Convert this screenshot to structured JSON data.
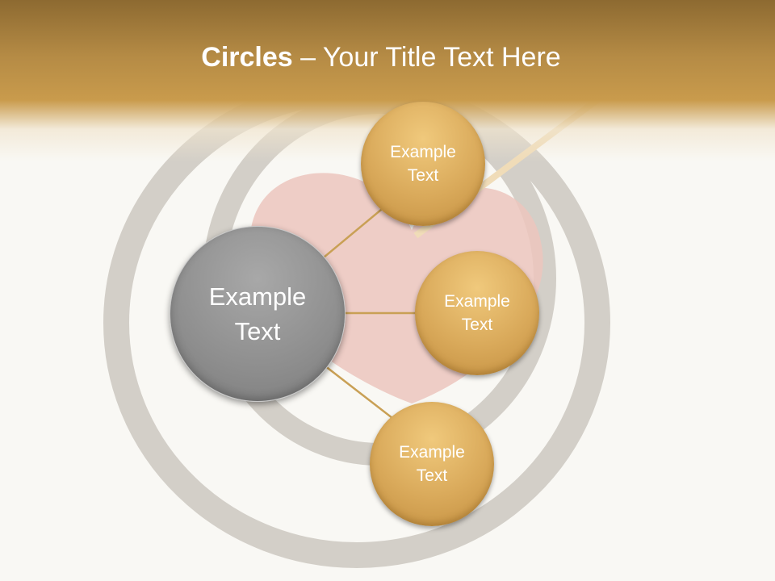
{
  "title": {
    "bold": "Circles",
    "rest": " – Your Title Text Here"
  },
  "center_node": {
    "line1": "Example",
    "line2": "Text"
  },
  "nodes": [
    {
      "line1": "Example",
      "line2": "Text"
    },
    {
      "line1": "Example",
      "line2": "Text"
    },
    {
      "line1": "Example",
      "line2": "Text"
    }
  ],
  "colors": {
    "header": "#c99b4c",
    "gold": "#d9a95a",
    "gray": "#8e8e8e",
    "connector": "#c9a055"
  }
}
